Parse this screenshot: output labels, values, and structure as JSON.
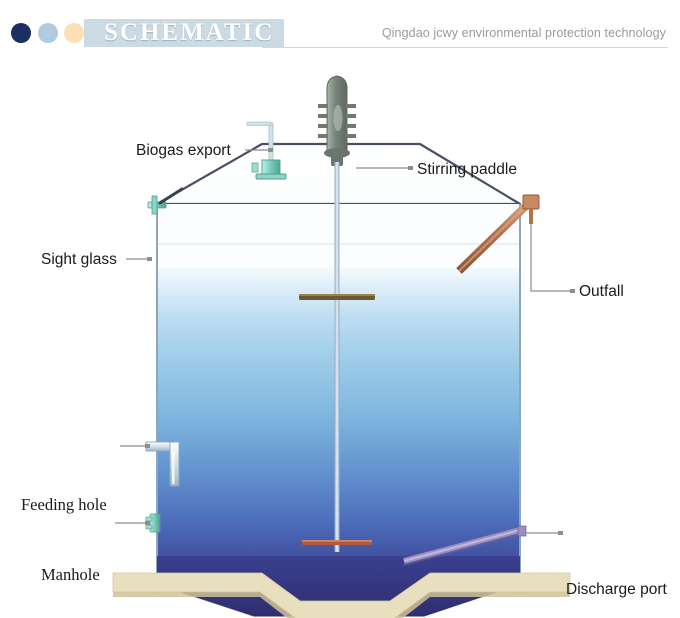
{
  "header": {
    "title": "SCHEMATIC",
    "company": "Qingdao jcwy environmental protection technology",
    "dots": [
      {
        "name": "dot-navy",
        "color": "#1b2f63"
      },
      {
        "name": "dot-blue",
        "color": "#afcbdf"
      },
      {
        "name": "dot-peach",
        "color": "#fbdfb6"
      }
    ],
    "band_color": "#ccdae4"
  },
  "diagram": {
    "title": "Anaerobic digester / biogas tank schematic",
    "labels": {
      "biogas_export": "Biogas export",
      "stirring_paddle": "Stirring paddle",
      "sight_glass": "Sight glass",
      "outfall": "Outfall",
      "feeding_hole": "Feeding hole",
      "manhole": "Manhole",
      "discharge_port": "Discharge port"
    },
    "colors": {
      "tank_outline": "#4a4f63",
      "liquid_top": "#eaf4fb",
      "liquid_mid": "#a8cfe8",
      "liquid_bottom": "#3b3f96",
      "base_platform": "#e6ddbb",
      "base_platform_shade": "#cbbf93",
      "fitting_teal": "#7fcfc0",
      "pipe_copper": "#b4724a",
      "paddle_upper": "#6b5a2e",
      "paddle_lower": "#b0593f",
      "motor_gray": "#7e8a83",
      "shaft": "#9fb4cc",
      "leader_line": "#8d8d8d"
    }
  }
}
